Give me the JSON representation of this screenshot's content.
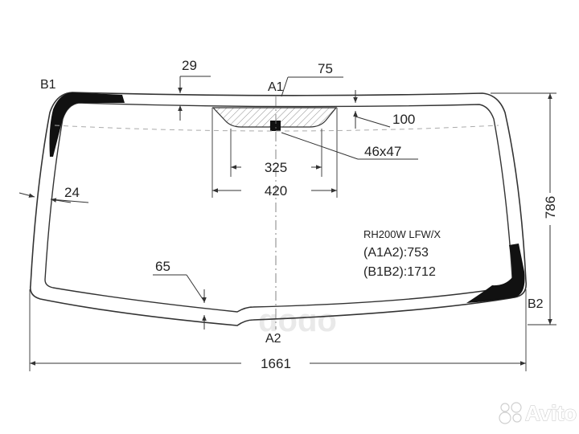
{
  "labels": {
    "b1": "B1",
    "b2": "B2",
    "a1": "A1",
    "a2": "A2"
  },
  "dimensions": {
    "d29": "29",
    "d75": "75",
    "d100": "100",
    "d46x47": "46x47",
    "d325": "325",
    "d420": "420",
    "d24": "24",
    "d65": "65",
    "d786": "786",
    "d1661": "1661"
  },
  "info": {
    "model": "RH200W  LFW/X",
    "a1a2": "(A1A2):753",
    "b1b2": "(B1B2):1712"
  },
  "watermarks": {
    "center": "ɑоɑо",
    "brand": "Avito"
  },
  "colors": {
    "line": "#333333",
    "black_ceramic": "#111111",
    "dashed": "#aaaaaa",
    "watermark": "#e6e6e6"
  }
}
